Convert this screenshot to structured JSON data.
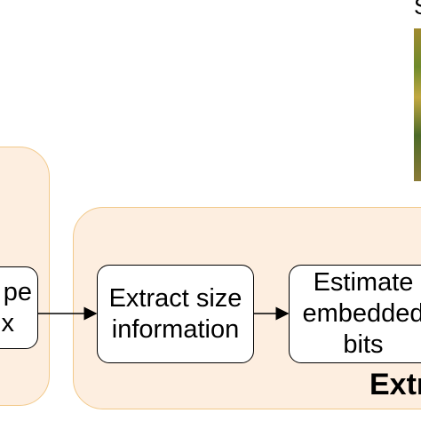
{
  "diagram": {
    "left_box_fragment": [
      "pe",
      "x"
    ],
    "extract_size_box": [
      "Extract size",
      "information"
    ],
    "estimate_box": [
      "Estimate",
      "embedded",
      "bits"
    ],
    "extract_group_title": "Extr",
    "top_fragment_text": "S"
  },
  "colors": {
    "group_fill": "#fdeee0",
    "group_border": "#f2c98a",
    "box_border": "#000000"
  }
}
